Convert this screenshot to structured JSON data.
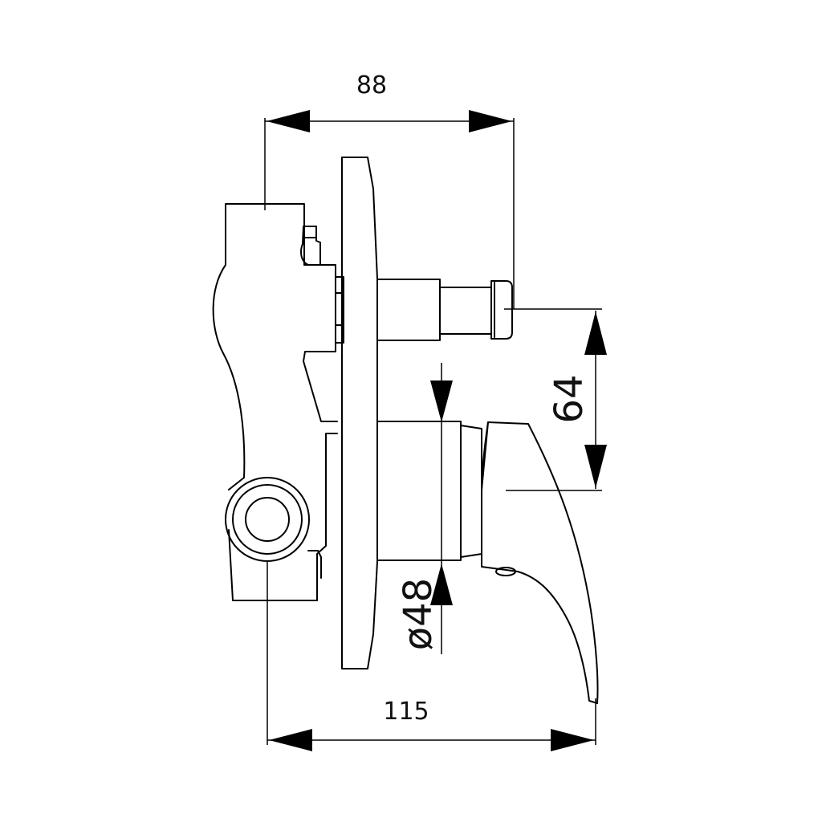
{
  "drawing": {
    "line_color": "#000000",
    "background": "#ffffff",
    "dimensions": {
      "top_width": "88",
      "bottom_width": "115",
      "handle_height": "64",
      "body_diameter": "ø48"
    }
  }
}
